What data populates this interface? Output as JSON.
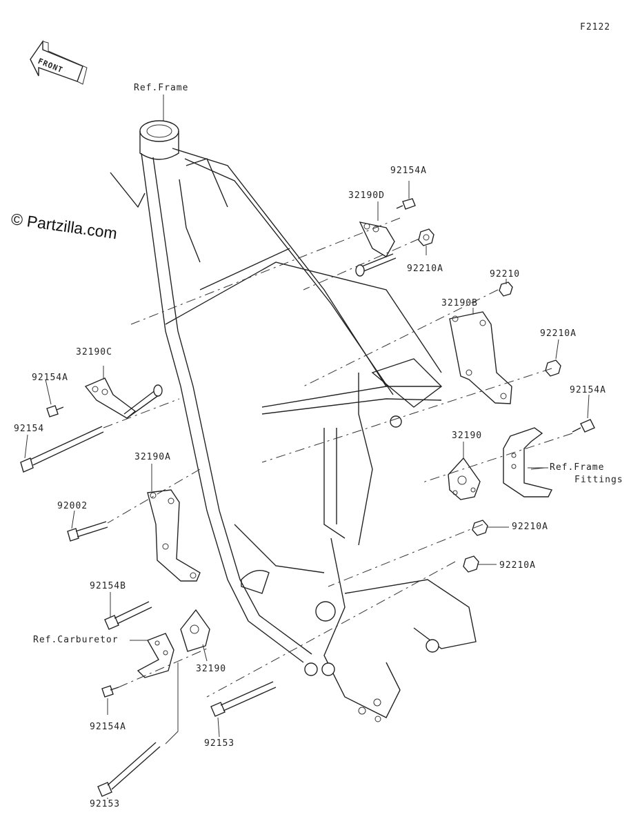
{
  "figure_code": "F2122",
  "watermark": "© Partzilla.com",
  "front_label": "FRONT",
  "refs": {
    "frame": "Ref.Frame",
    "frame_fittings_1": "Ref.Frame",
    "frame_fittings_2": "Fittings",
    "carburetor": "Ref.Carburetor"
  },
  "parts": [
    {
      "id": "p-92154A-top",
      "number": "92154A"
    },
    {
      "id": "p-32190D",
      "number": "32190D"
    },
    {
      "id": "p-92210A-top",
      "number": "92210A"
    },
    {
      "id": "p-92210",
      "number": "92210"
    },
    {
      "id": "p-32190B",
      "number": "32190B"
    },
    {
      "id": "p-92210A-right",
      "number": "92210A"
    },
    {
      "id": "p-92154A-right",
      "number": "92154A"
    },
    {
      "id": "p-32190-right",
      "number": "32190"
    },
    {
      "id": "p-92210A-mid",
      "number": "92210A"
    },
    {
      "id": "p-92210A-lower",
      "number": "92210A"
    },
    {
      "id": "p-32190C",
      "number": "32190C"
    },
    {
      "id": "p-92154A-left",
      "number": "92154A"
    },
    {
      "id": "p-92154",
      "number": "92154"
    },
    {
      "id": "p-32190A",
      "number": "32190A"
    },
    {
      "id": "p-92002",
      "number": "92002"
    },
    {
      "id": "p-92154B",
      "number": "92154B"
    },
    {
      "id": "p-32190-bottom",
      "number": "32190"
    },
    {
      "id": "p-92154A-bottom",
      "number": "92154A"
    },
    {
      "id": "p-92153-mid",
      "number": "92153"
    },
    {
      "id": "p-92153-bottom",
      "number": "92153"
    }
  ]
}
